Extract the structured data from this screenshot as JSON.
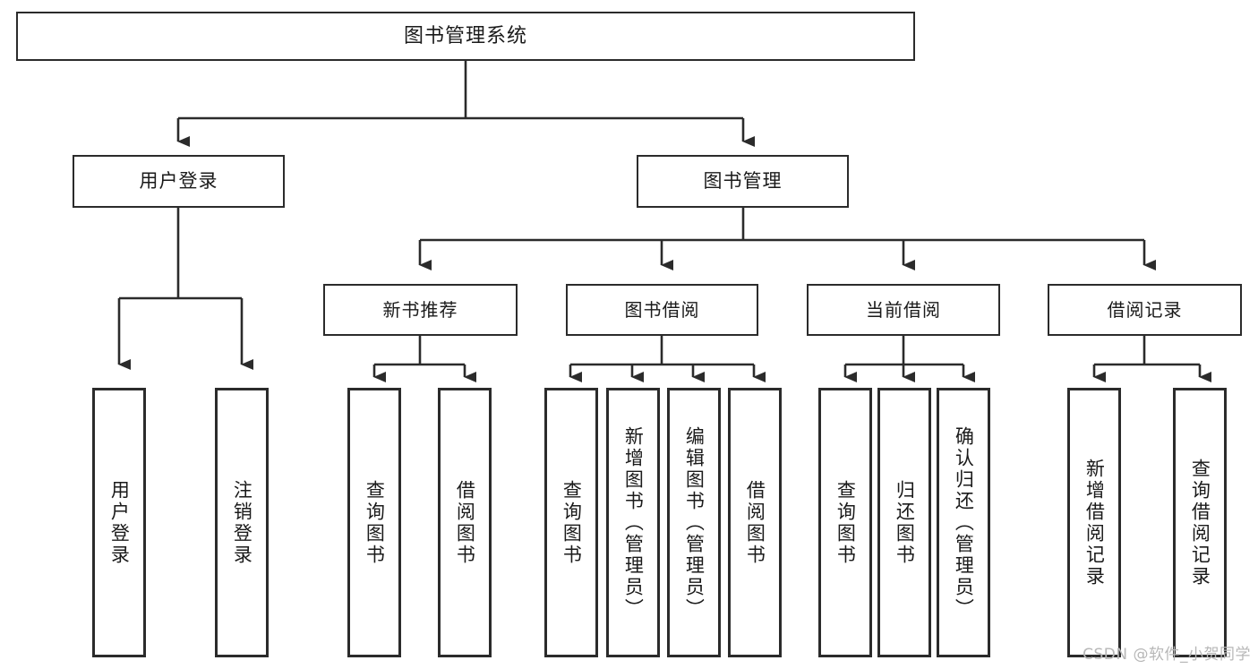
{
  "diagram": {
    "title": "图书管理系统",
    "watermark": "CSDN @软件_小贺同学",
    "accent_color": "#2b2b2b",
    "background_color": "#ffffff",
    "root": {
      "label": "图书管理系统"
    },
    "level2": [
      {
        "label": "用户登录"
      },
      {
        "label": "图书管理"
      }
    ],
    "level3": [
      {
        "label": "新书推荐"
      },
      {
        "label": "图书借阅"
      },
      {
        "label": "当前借阅"
      },
      {
        "label": "借阅记录"
      }
    ],
    "leaves": {
      "user_login": [
        {
          "label": "用户登录"
        },
        {
          "label": "注销登录"
        }
      ],
      "new_book": [
        {
          "label": "查询图书"
        },
        {
          "label": "借阅图书"
        }
      ],
      "book_borrow": [
        {
          "label": "查询图书"
        },
        {
          "label": "新增图书（管理员）"
        },
        {
          "label": "编辑图书（管理员）"
        },
        {
          "label": "借阅图书"
        }
      ],
      "current_borrow": [
        {
          "label": "查询图书"
        },
        {
          "label": "归还图书"
        },
        {
          "label": "确认归还（管理员）"
        }
      ],
      "borrow_record": [
        {
          "label": "新增借阅记录"
        },
        {
          "label": "查询借阅记录"
        }
      ]
    }
  }
}
